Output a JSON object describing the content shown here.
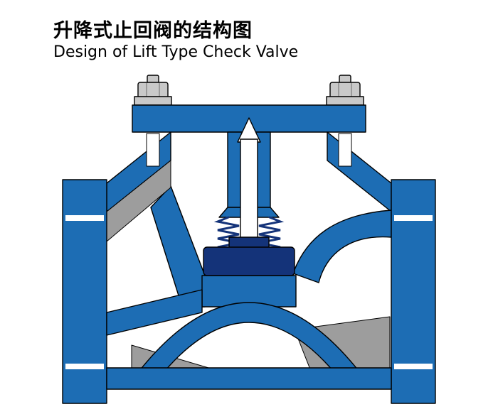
{
  "header": {
    "title_zh": "升降式止回阀的结构图",
    "title_en": "Design of Lift Type Check Valve",
    "text_color": "#000000"
  },
  "diagram": {
    "type": "technical-cross-section",
    "subject": "lift-type-check-valve",
    "colors": {
      "body_blue": "#1d6db4",
      "disc_navy": "#143379",
      "section_gray": "#9d9d9d",
      "bolt_gray": "#c9c9c9",
      "outline": "#000000",
      "background": "#ffffff"
    },
    "parts": [
      "bonnet-bolt-left",
      "bonnet-bolt-right",
      "bonnet-cover",
      "valve-stem",
      "stem-guide",
      "spring",
      "valve-disc",
      "valve-seat",
      "valve-body",
      "inlet-flange-left",
      "outlet-flange-right",
      "section-cut-areas"
    ]
  }
}
